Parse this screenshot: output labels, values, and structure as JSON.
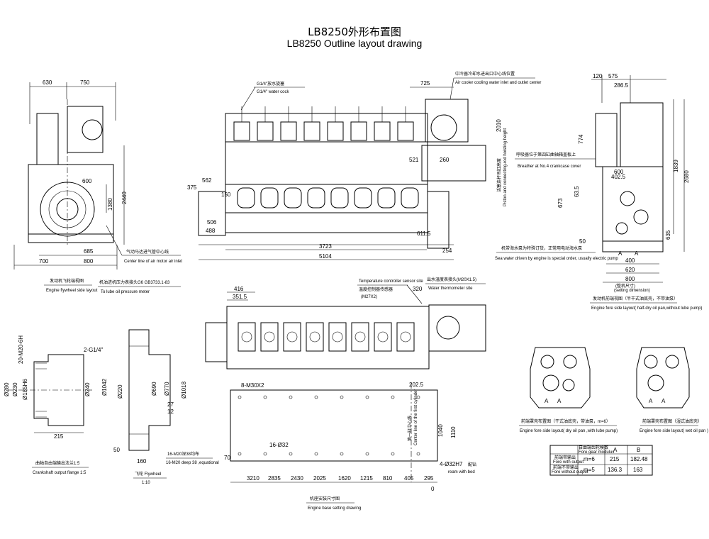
{
  "title": {
    "cn": "LB8250外形布置图",
    "en": "LB8250 Outline layout drawing"
  },
  "front_view": {
    "dims_top": [
      "630",
      "750"
    ],
    "dims_side": [
      "600",
      "1380",
      "2440"
    ],
    "dims_bottom": [
      "685",
      "700",
      "800"
    ],
    "callout_cn": "气动马达进气管中心线",
    "callout_en": "Center line of air motor air inlet",
    "caption_cn": "发动机飞轮端视图",
    "caption_en": "Engine flywheel side layout",
    "oil_cn": "机油进机压力表接头G6 GB3733.1-83",
    "oil_en": "To lube oil pressure meter"
  },
  "side_view": {
    "water_cock_cn": "G1/4\"放水旋塞",
    "water_cock_en": "G1/4\" water cock",
    "cooler_cn": "中冷器冷却水进出口中心线位置",
    "cooler_en": "Air cooler cooling water inlet and outlet center",
    "dims": [
      "725",
      "375",
      "562",
      "150",
      "506",
      "488",
      "521",
      "260",
      "611.5",
      "3723",
      "254",
      "5104"
    ],
    "piston_height_cn": "活塞连杆吊缸高度",
    "piston_height_en": "Piston and connecting-rod hoisting height",
    "piston_height_val": "2010",
    "breather_cn": "呼吸器位于第四缸曲轴箱盖板上",
    "breather_en": "Breather at No.4 crankcase cover",
    "pump_cn": "机带海水泵为特殊订货，正常用电动海水泵",
    "pump_en": "Sea water driven by engine is special order, usually electric pump"
  },
  "fore_view": {
    "dims_top": [
      "120",
      "575",
      "286.5"
    ],
    "dims_right": [
      "1839",
      "2680"
    ],
    "dims_left": [
      "774",
      "673",
      "63.5",
      "635",
      "50"
    ],
    "dims_mid": [
      "600",
      "402.5"
    ],
    "dims_bottom": [
      "400",
      "620",
      "800"
    ],
    "a_labels": [
      "A",
      "A"
    ],
    "setting_cn": "(整机尺寸)",
    "setting_en": "(setting dimension)",
    "caption_cn": "发动机前端视图（半干式油底壳，不带油泵）",
    "caption_en": "Engine fore side layout( half-dry oil pan,without lube pump)"
  },
  "top_view": {
    "dims": [
      "416",
      "351.5",
      "320"
    ],
    "sensor_cn": "温度控制器传感器",
    "sensor_en": "Temperature controller sensor site",
    "sensor_size": "(M27X2)",
    "thermo_cn": "出水温度表接头(M20X1.5)",
    "thermo_en": "Water thermometer site"
  },
  "flange": {
    "dims": [
      "20-M20-6H",
      "Ø280",
      "Ø230",
      "Ø185H6",
      "2-G1/4\"",
      "Ø240",
      "215"
    ],
    "caption_cn": "曲轴自由端输出法兰1:5",
    "caption_en": "Crankshaft output flange 1:5"
  },
  "flywheel": {
    "dims": [
      "Ø1042",
      "Ø220",
      "Ø690",
      "Ø770",
      "Ø1018",
      "27",
      "12",
      "50",
      "160"
    ],
    "holes_cn": "16-M20深38均布",
    "holes_en": "16-M20 deep 38 ,equational",
    "caption_cn": "飞轮 Flywheel",
    "scale": "1:10"
  },
  "base": {
    "holes_top": "8-M30X2",
    "holes_bottom": "16-Ø32",
    "reamed_spec": "4-Ø32H7",
    "reamed_cn": "配钻",
    "reamed_en": "ream with bed",
    "center_cn": "第一缸中心线",
    "center_en": "Center line of the first cylinder",
    "dims_bottom": [
      "3210",
      "2835",
      "2430",
      "2025",
      "1620",
      "1215",
      "810",
      "405",
      "295",
      "70",
      "0"
    ],
    "dims_side": [
      "1040",
      "1110"
    ],
    "dim_top": "202.5",
    "caption_cn": "机座安装尺寸图",
    "caption_en": "Engine base setting drawing"
  },
  "fore_small": {
    "left_cn": "前端罩壳布置图（干式油底壳，带油泵，m=6）",
    "left_en": "Engine fore side layout( dry oil pan ,with lube pump)",
    "right_cn": "前端罩壳布置图（湿式油底壳）",
    "right_en": "Engine fore side layout( wet oil pan )"
  },
  "gear_table": {
    "title_cn": "自由端齿轮模数",
    "title_en": "Fore gear modulus",
    "col_a": "A",
    "col_b": "B",
    "rows": [
      {
        "label_cn": "前端带输出",
        "label_en": "Fore with output",
        "m": "m=6",
        "a": "215",
        "b": "182.48"
      },
      {
        "label_cn": "前端不带输出",
        "label_en": "Fore without output",
        "m": "m=5",
        "a": "136.3",
        "b": "163"
      }
    ]
  }
}
